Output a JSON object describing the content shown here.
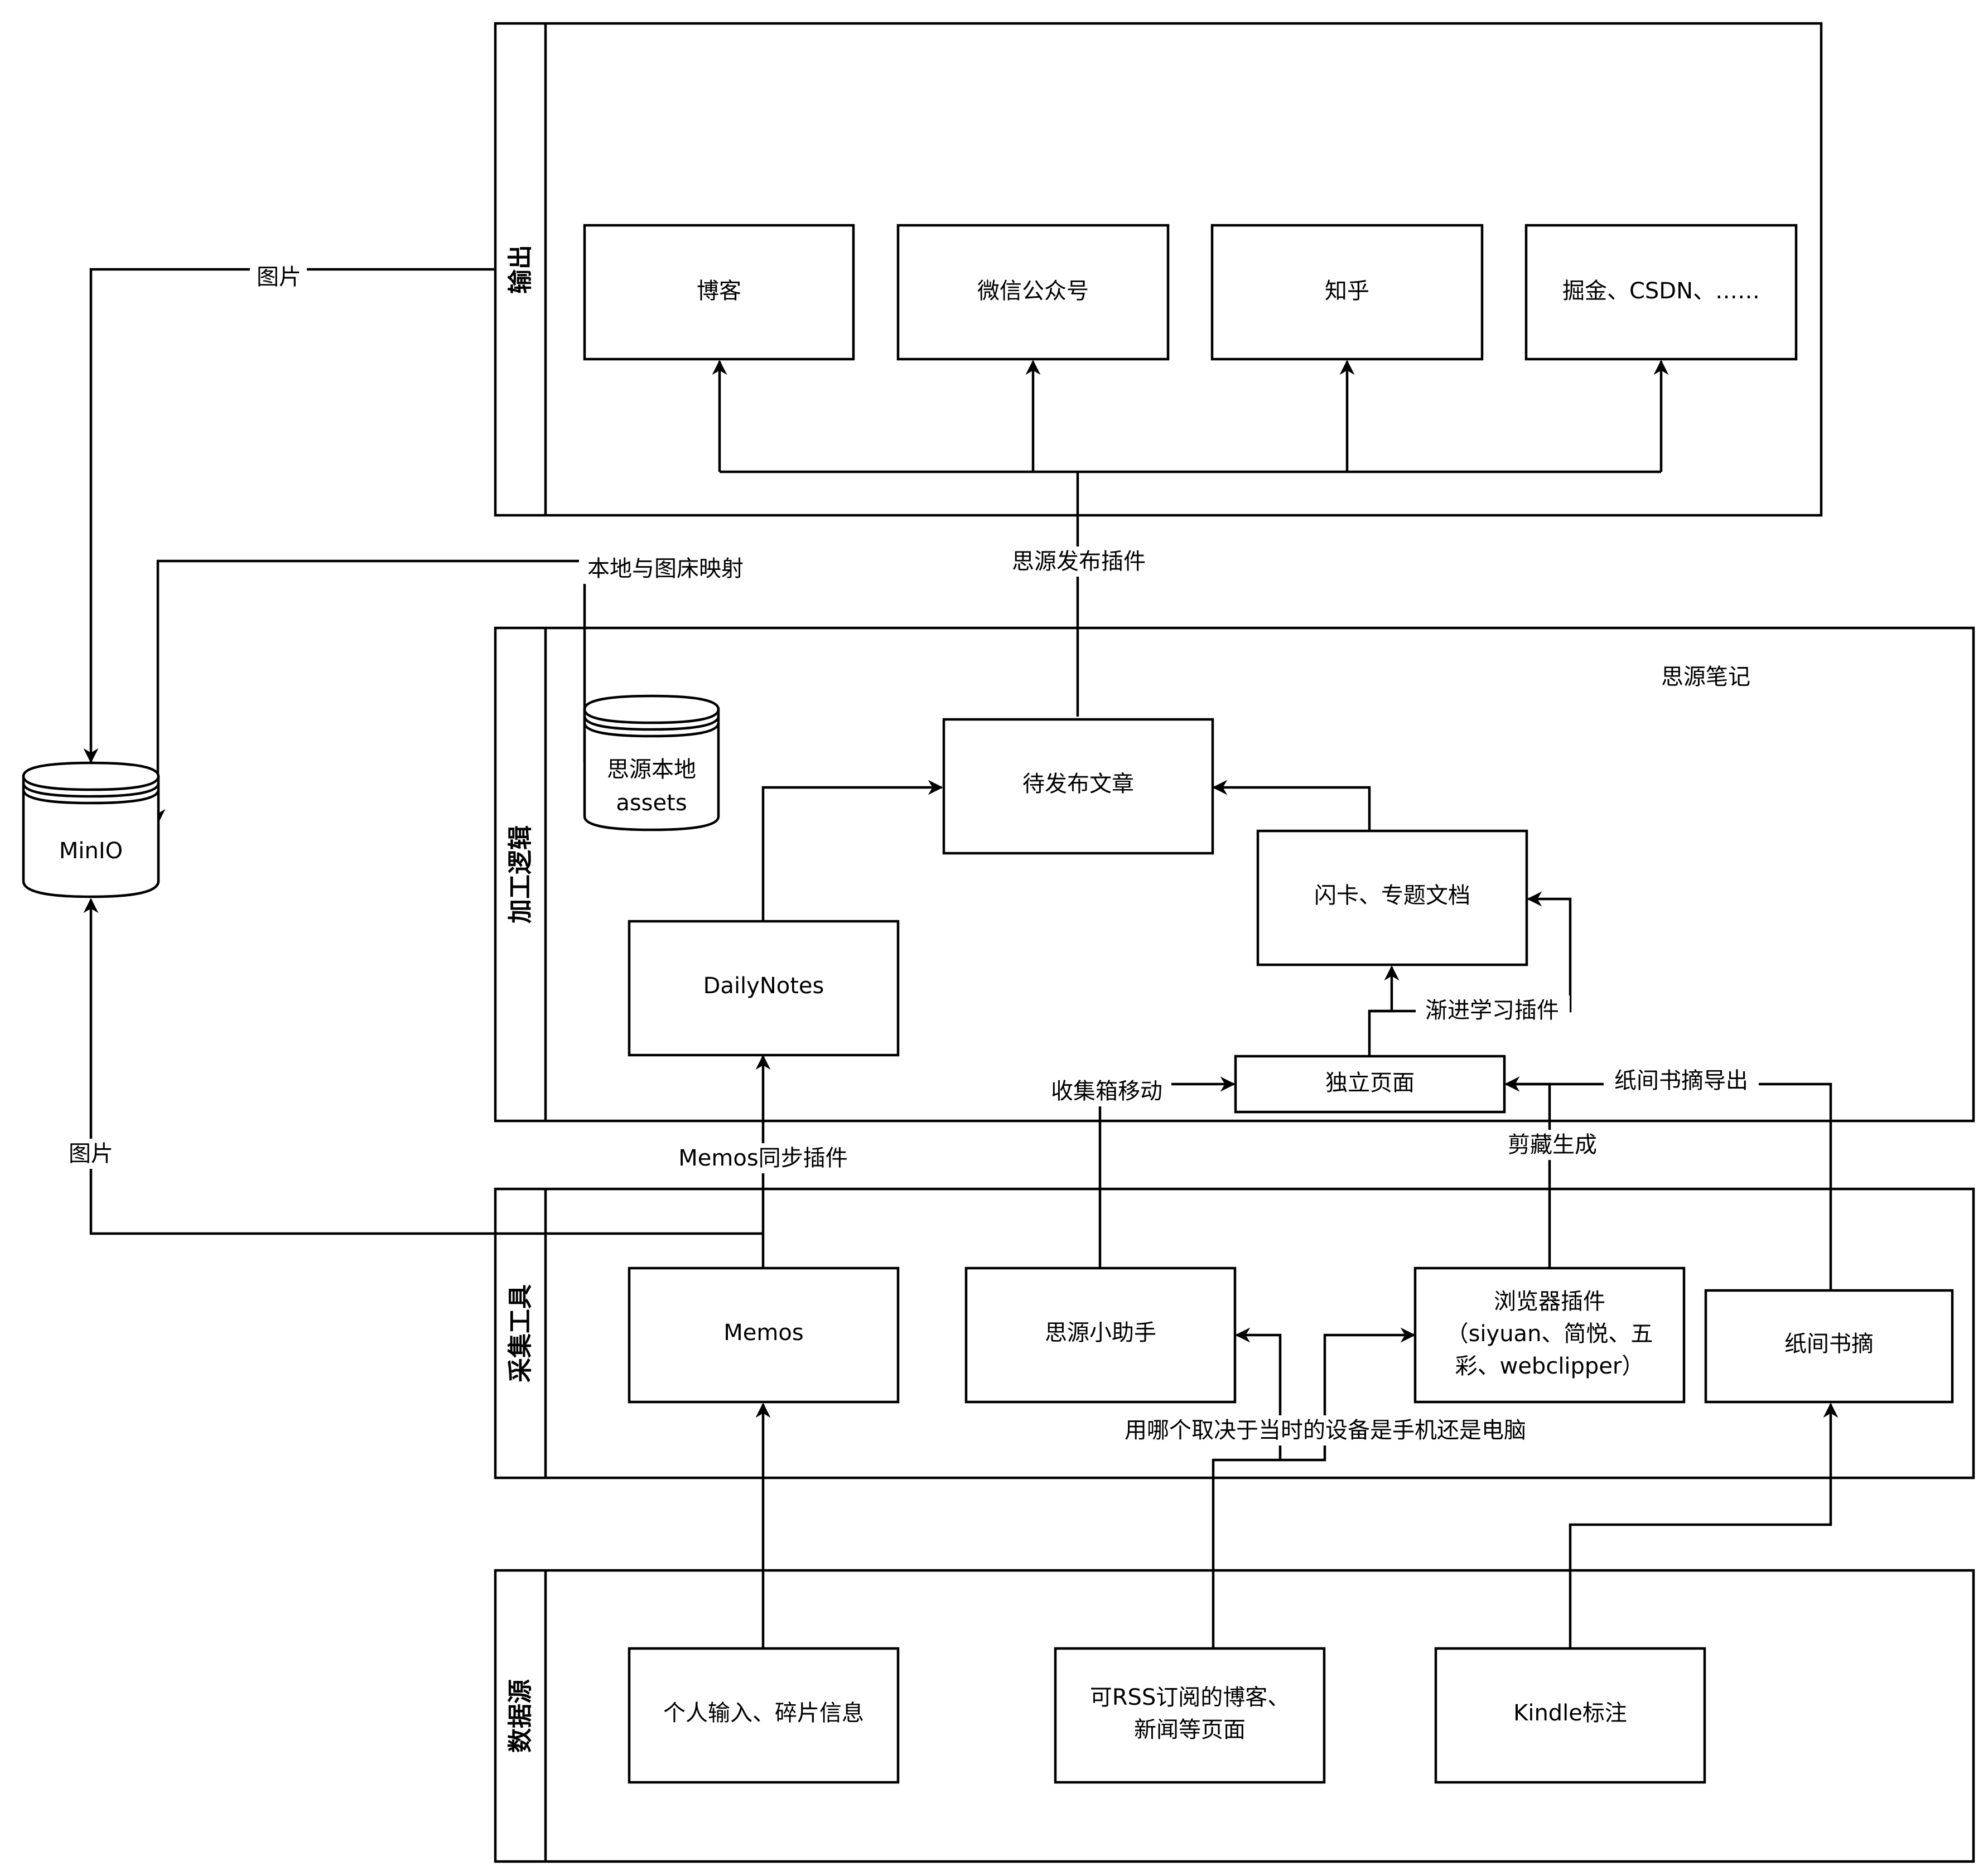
{
  "lanes": {
    "output": "输出",
    "processing": "加工逻辑",
    "collection": "采集工具",
    "datasource": "数据源"
  },
  "processing_caption": "思源笔记",
  "nodes": {
    "blog": "博客",
    "wechat": "微信公众号",
    "zhihu": "知乎",
    "juejin": "掘金、CSDN、……",
    "pending_article": "待发布文章",
    "flashcard": "闪卡、专题文档",
    "dailynotes": "DailyNotes",
    "standalone_page": "独立页面",
    "local_assets_1": "思源本地",
    "local_assets_2": "assets",
    "minio": "MinIO",
    "memos": "Memos",
    "siyuan_helper": "思源小助手",
    "browser_plugin_1": "浏览器插件",
    "browser_plugin_2": "（siyuan、简悦、五",
    "browser_plugin_3": "彩、webclipper）",
    "zhijian": "纸间书摘",
    "personal_input": "个人输入、碎片信息",
    "rss_1": "可RSS订阅的博客、",
    "rss_2": "新闻等页面",
    "kindle": "Kindle标注"
  },
  "edge_labels": {
    "image_top": "图片",
    "image_bottom": "图片",
    "local_mapping": "本地与图床映射",
    "publish_plugin": "思源发布插件",
    "progressive_learning": "渐进学习插件",
    "inbox_move": "收集箱移动",
    "zhijian_export": "纸间书摘导出",
    "clip_generate": "剪藏生成",
    "memos_sync": "Memos同步插件",
    "device_choice": "用哪个取决于当时的设备是手机还是电脑"
  }
}
